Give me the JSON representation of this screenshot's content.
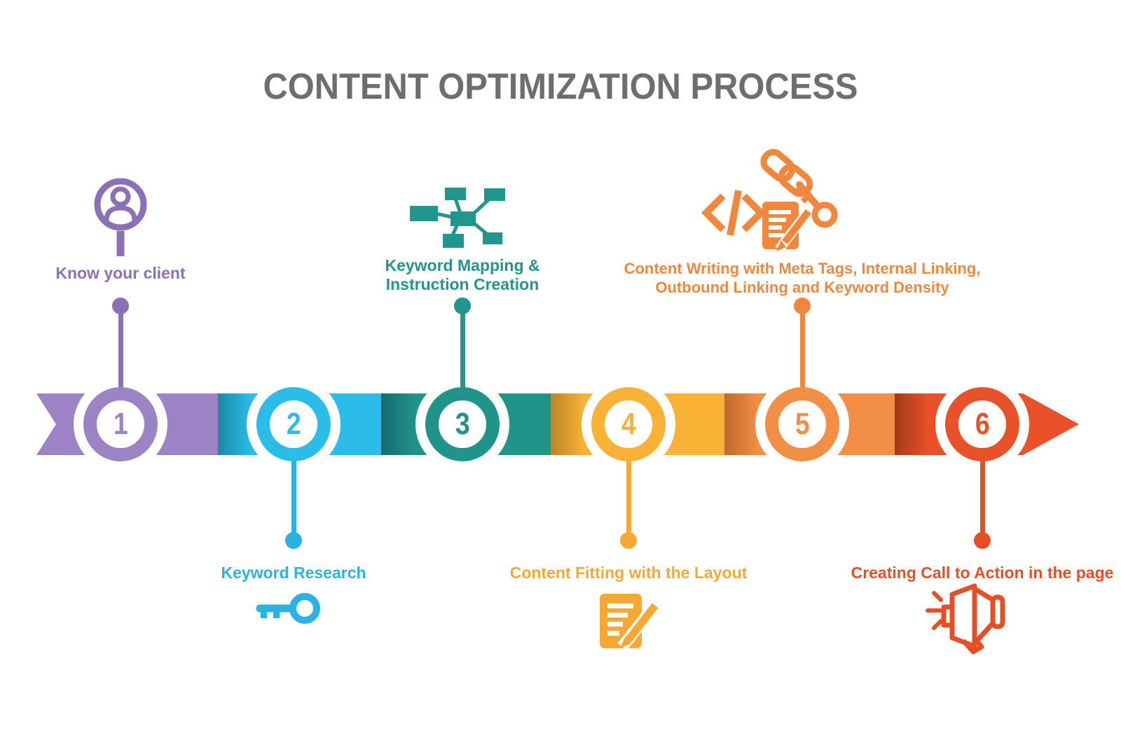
{
  "title": "CONTENT OPTIMIZATION PROCESS",
  "title_color": "#6d6e71",
  "background_color": "#ffffff",
  "ribbon": {
    "style": "left notched tail, right arrowhead",
    "direction": "left-to-right"
  },
  "steps": [
    {
      "number": "1",
      "label": "Know your client",
      "icon": "person-magnifier-icon",
      "side": "up",
      "color": "#8c70b6",
      "band_color": "#9b83c5",
      "band_dark": "#9b83c5"
    },
    {
      "number": "2",
      "label": "Keyword Research",
      "icon": "key-icon",
      "side": "down",
      "color": "#29b2e2",
      "band_color": "#2bbde8",
      "band_dark": "#1e87a8"
    },
    {
      "number": "3",
      "label": "Keyword Mapping & Instruction Creation",
      "icon": "mindmap-icon",
      "side": "up",
      "color": "#21968c",
      "band_color": "#21948a",
      "band_dark": "#156a72"
    },
    {
      "number": "4",
      "label": "Content Fitting with the Layout",
      "icon": "document-pencil-icon",
      "side": "down",
      "color": "#f5a832",
      "band_color": "#f9b235",
      "band_dark": "#b8862c"
    },
    {
      "number": "5",
      "label": "Content Writing with Meta Tags, Internal Linking, Outbound Linking and Keyword Density",
      "icon": "code-chain-writing-key-icons",
      "side": "up",
      "color": "#f0873d",
      "band_color": "#f28e46",
      "band_dark": "#bf6a2d"
    },
    {
      "number": "6",
      "label": "Creating Call to Action in the page",
      "icon": "megaphone-icon",
      "side": "down",
      "color": "#e64e26",
      "band_color": "#e8512a",
      "band_dark": "#a33a1a"
    }
  ]
}
